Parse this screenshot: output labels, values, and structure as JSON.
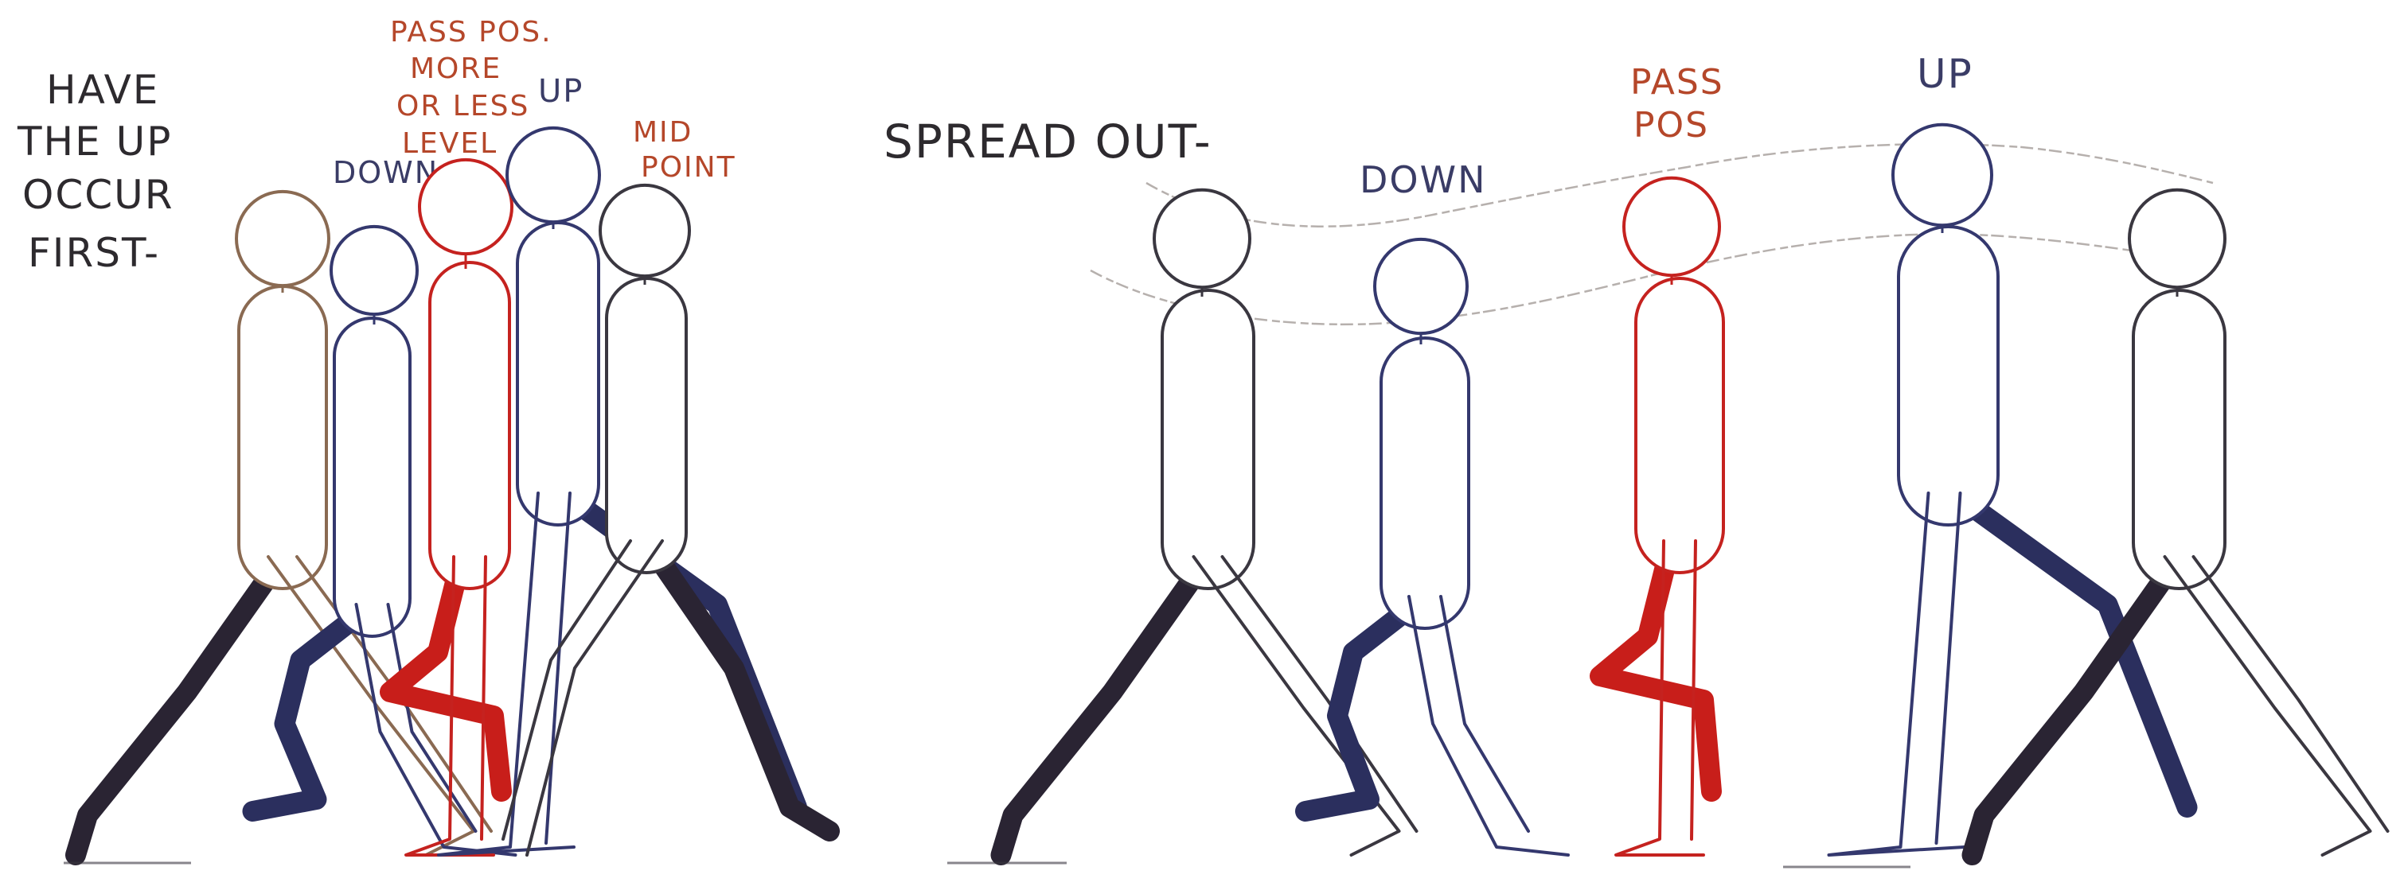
{
  "notes": {
    "have_up_first": [
      "HAVE",
      "THE UP",
      "OCCUR",
      "FIRST-"
    ],
    "spread_out": "SPREAD OUT-"
  },
  "left_group_labels": {
    "down": "DOWN",
    "pass_pos": [
      "PASS POS.",
      "MORE",
      "OR LESS",
      "LEVEL"
    ],
    "up": "UP",
    "mid_point": [
      "MID",
      "POINT"
    ]
  },
  "right_group_labels": {
    "down": "DOWN",
    "pass_pos": [
      "PASS",
      "POS"
    ],
    "up": "UP"
  },
  "colors": {
    "pencil_dark": "#3a3740",
    "pencil_blue": "#34386e",
    "pencil_red": "#c5221f",
    "pencil_brown": "#8a6a52",
    "label_red": "#b5472a",
    "label_dark": "#2d2a2e",
    "far_leg_dark": "#2a2433",
    "far_leg_navy": "#2b2f5e",
    "far_leg_red": "#c81e1a"
  },
  "figures": [
    {
      "id": "left-contact",
      "pose": "contact",
      "color": "pencil_brown",
      "far_leg": "far_leg_dark"
    },
    {
      "id": "left-down",
      "pose": "down",
      "color": "pencil_blue",
      "far_leg": "far_leg_navy"
    },
    {
      "id": "left-pass",
      "pose": "pass",
      "color": "pencil_red",
      "far_leg": "far_leg_red"
    },
    {
      "id": "left-up",
      "pose": "up",
      "color": "pencil_blue",
      "far_leg": "far_leg_navy"
    },
    {
      "id": "left-mid",
      "pose": "mid",
      "color": "pencil_dark",
      "far_leg": "far_leg_dark"
    },
    {
      "id": "right-contact",
      "pose": "contact",
      "color": "pencil_dark",
      "far_leg": "far_leg_dark"
    },
    {
      "id": "right-down",
      "pose": "down",
      "color": "pencil_blue",
      "far_leg": "far_leg_navy"
    },
    {
      "id": "right-pass",
      "pose": "pass",
      "color": "pencil_red",
      "far_leg": "far_leg_red"
    },
    {
      "id": "right-up",
      "pose": "up",
      "color": "pencil_blue",
      "far_leg": "far_leg_navy"
    },
    {
      "id": "right-contact-end",
      "pose": "contact",
      "color": "pencil_dark",
      "far_leg": "far_leg_dark"
    }
  ]
}
